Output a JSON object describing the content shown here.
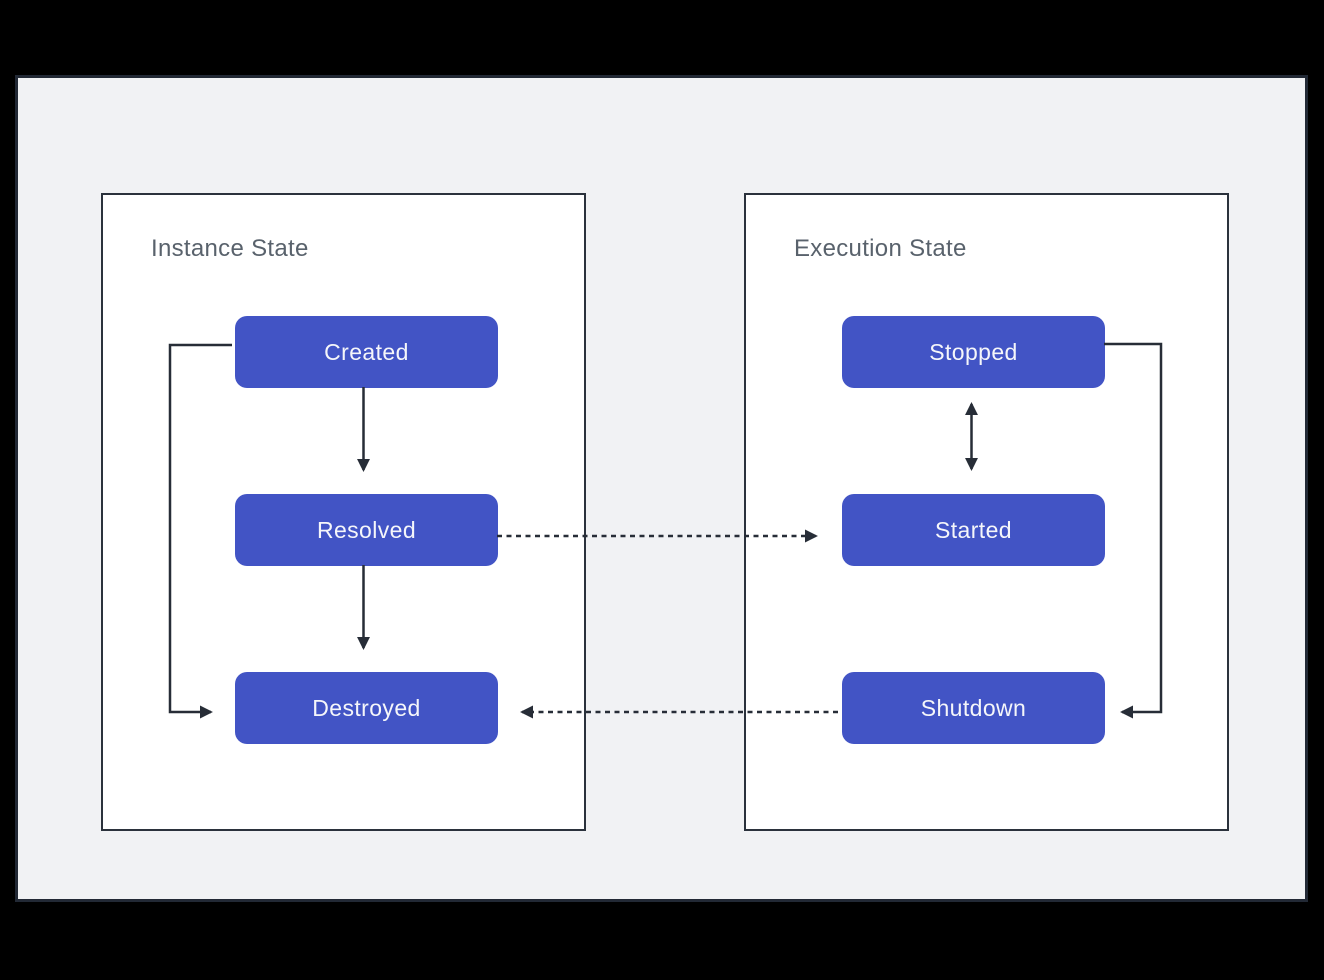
{
  "colors": {
    "page_bg": "#000000",
    "canvas_bg": "#f1f2f4",
    "canvas_border": "#222935",
    "panel_bg": "#ffffff",
    "panel_border": "#2b323c",
    "state_fill": "#4254c5",
    "state_text": "#f5f6fa",
    "title_text": "#59626c",
    "arrow": "#272d37"
  },
  "diagram": {
    "type": "state-diagram",
    "panels": [
      {
        "title": "Instance State",
        "states": [
          {
            "label": "Created"
          },
          {
            "label": "Resolved"
          },
          {
            "label": "Destroyed"
          }
        ]
      },
      {
        "title": "Execution State",
        "states": [
          {
            "label": "Stopped"
          },
          {
            "label": "Started"
          },
          {
            "label": "Shutdown"
          }
        ]
      }
    ],
    "transitions": [
      {
        "from": "Created",
        "to": "Resolved",
        "style": "solid",
        "direction": "one-way"
      },
      {
        "from": "Resolved",
        "to": "Destroyed",
        "style": "solid",
        "direction": "one-way"
      },
      {
        "from": "Created",
        "to": "Destroyed",
        "style": "solid",
        "direction": "one-way"
      },
      {
        "from": "Stopped",
        "to": "Started",
        "style": "solid",
        "direction": "two-way"
      },
      {
        "from": "Stopped",
        "to": "Shutdown",
        "style": "solid",
        "direction": "one-way"
      },
      {
        "from": "Resolved",
        "to": "Started",
        "style": "dashed",
        "direction": "one-way"
      },
      {
        "from": "Shutdown",
        "to": "Destroyed",
        "style": "dashed",
        "direction": "one-way"
      }
    ]
  }
}
